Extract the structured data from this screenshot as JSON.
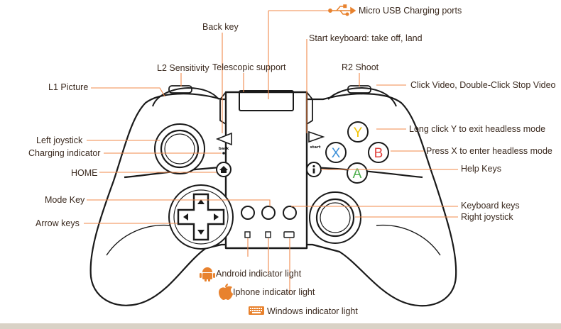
{
  "colors": {
    "leader": "#f0884a",
    "outline": "#1a1a1a",
    "text": "#3b2a1f",
    "button_y": "#f2c200",
    "button_x": "#3b8fd8",
    "button_b": "#e0403c",
    "button_a": "#4cae4c",
    "android_icon": "#e8822e",
    "apple_icon": "#e8822e",
    "keyboard_icon": "#e8822e"
  },
  "labels": {
    "usb": "Micro USB Charging ports",
    "back_key": "Back key",
    "start_keyboard": "Start keyboard: take off, land",
    "l2": "L2 Sensitivity",
    "telescopic": "Telescopic support",
    "r2": "R2 Shoot",
    "l1": "L1 Picture",
    "click_video": "Click Video, Double-Click Stop Video",
    "left_joystick": "Left joystick",
    "long_click_y": "Long click Y to exit headless mode",
    "charging_indicator": "Charging indicator",
    "press_x": "Press X to enter headless mode",
    "home": "HOME",
    "help_keys": "Help Keys",
    "mode_key": "Mode Key",
    "keyboard_keys": "Keyboard keys",
    "right_joystick": "Right joystick",
    "arrow_keys": "Arrow keys",
    "android_light": "Android indicator light",
    "iphone_light": "Iphone indicator light",
    "windows_light": "Windows indicator light"
  },
  "controller_text": {
    "back": "back",
    "start": "start",
    "btn_y": "Y",
    "btn_x": "X",
    "btn_b": "B",
    "btn_a": "A"
  }
}
